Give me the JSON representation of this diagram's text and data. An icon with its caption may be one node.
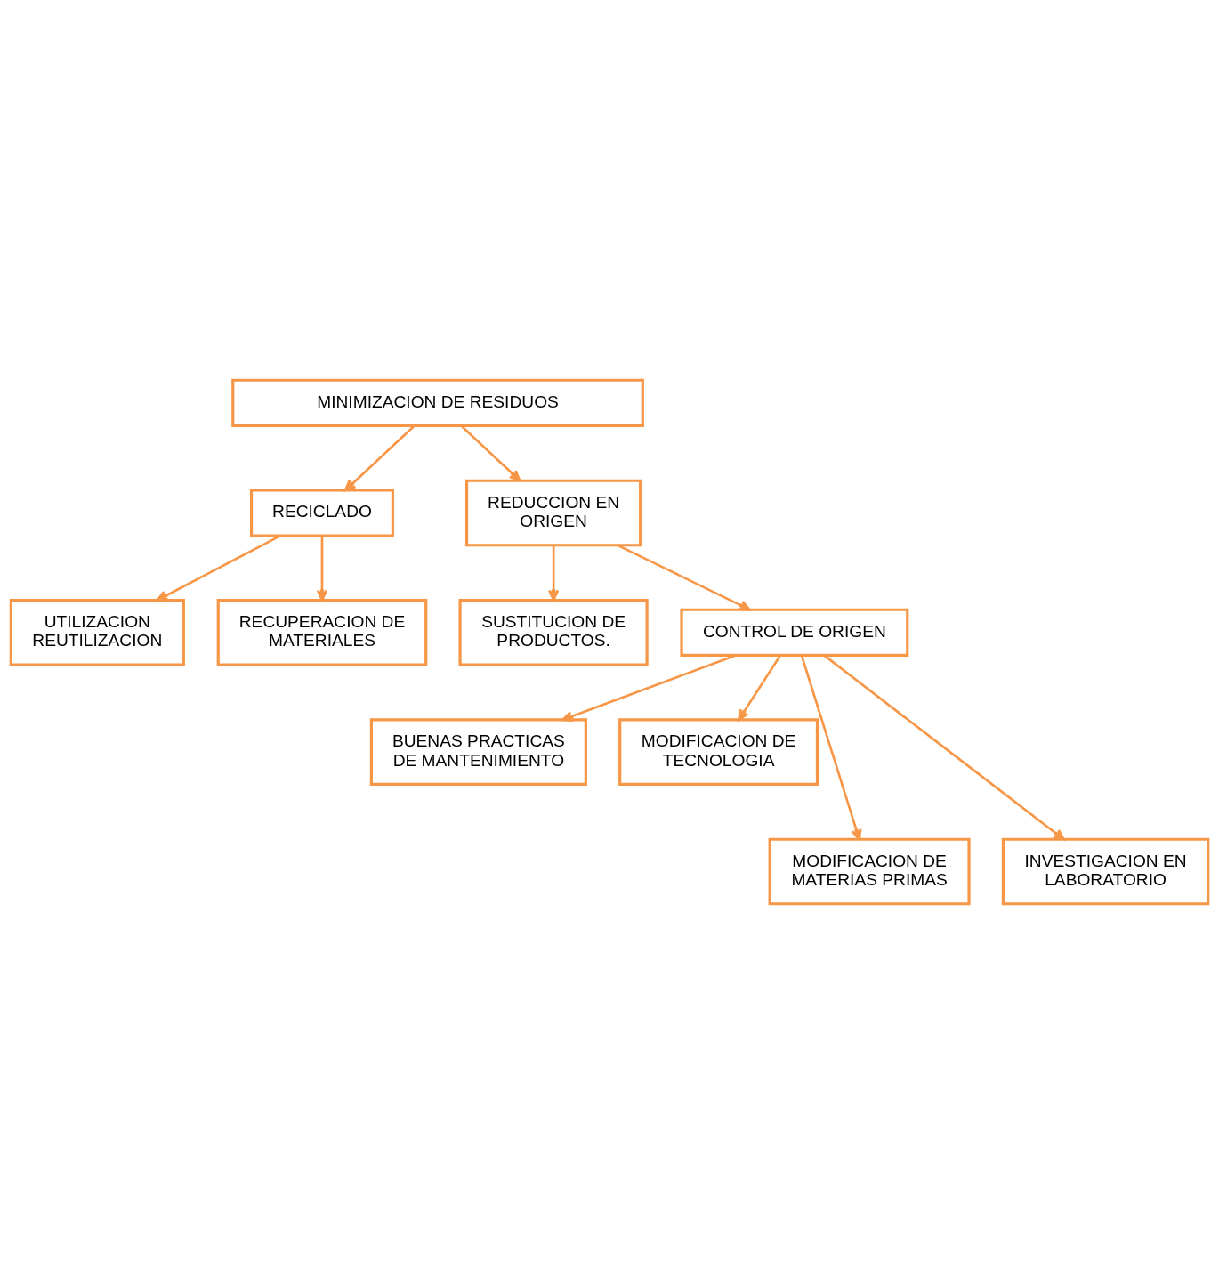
{
  "diagram": {
    "nodes": [
      {
        "text": [
          "MINIMIZACION DE RESIDUOS"
        ]
      },
      {
        "text": [
          "RECICLADO"
        ]
      },
      {
        "text": [
          "REDUCCION EN ORIGEN"
        ]
      },
      {
        "text": [
          "UTILIZACION REUTILIZACION"
        ]
      },
      {
        "text": [
          "RECUPERACION DE MATERIALES"
        ]
      },
      {
        "text": [
          "SUSTITUCION DE PRODUCTOS."
        ]
      },
      {
        "text": [
          "CONTROL DE ORIGEN"
        ]
      },
      {
        "text": [
          "BUENAS PRACTICAS DE MANTENIMIENTO"
        ]
      },
      {
        "text": [
          "MODIFICACION DE TECNOLOGIA"
        ]
      },
      {
        "text": [
          "MODIFICACION DE MATERIAS PRIMAS"
        ]
      },
      {
        "text": [
          "INVESTIGACION EN LABORATORIO"
        ]
      }
    ],
    "edges": [
      {
        "from": 0,
        "to": 1,
        "arrow": "to"
      },
      {
        "from": 0,
        "to": 2,
        "arrow": "to"
      },
      {
        "from": 1,
        "to": 3,
        "arrow": "to"
      },
      {
        "from": 1,
        "to": 4,
        "arrow": "to"
      },
      {
        "from": 2,
        "to": 6,
        "arrow": "to"
      },
      {
        "from": 2,
        "to": 5,
        "arrow": "to"
      },
      {
        "from": 6,
        "to": 7,
        "arrow": "to"
      },
      {
        "from": 6,
        "to": 9,
        "arrow": "to"
      },
      {
        "from": 6,
        "to": 10,
        "arrow": "to"
      },
      {
        "from": 6,
        "to": 8,
        "arrow": "to"
      }
    ]
  }
}
